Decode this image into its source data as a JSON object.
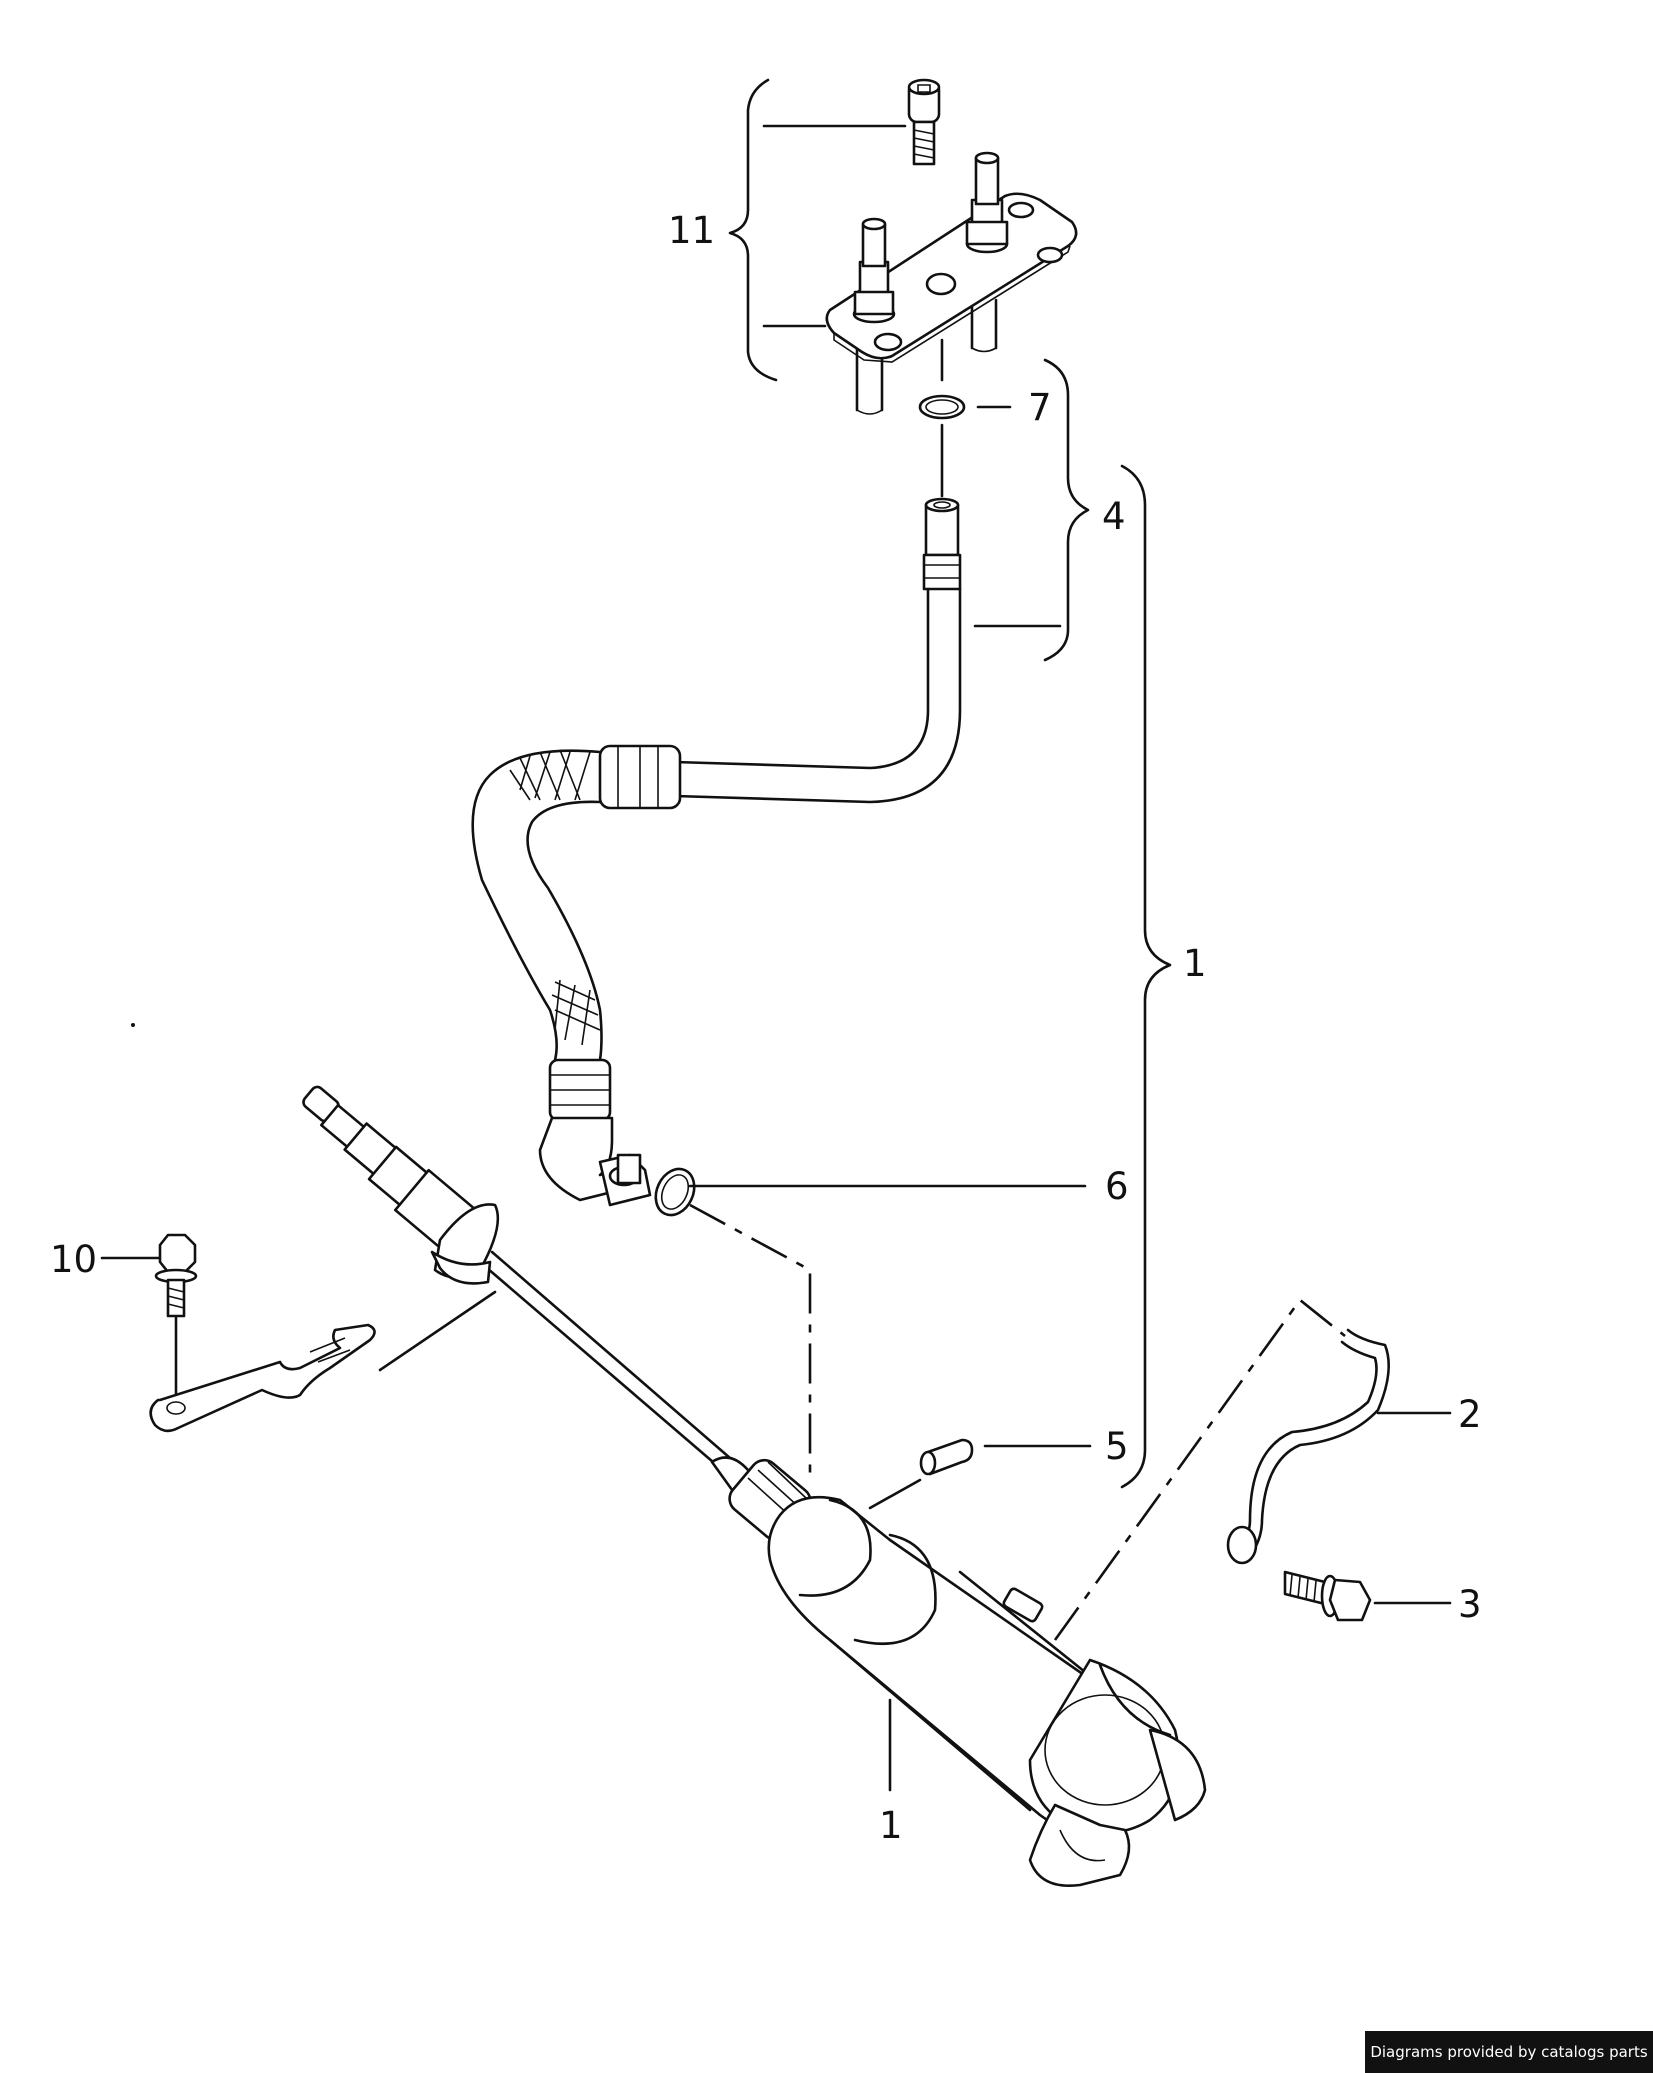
{
  "labels": {
    "l1_bracket": "1",
    "l1_bottom": "1",
    "l2": "2",
    "l3": "3",
    "l4": "4",
    "l5": "5",
    "l6": "6",
    "l7": "7",
    "l10": "10",
    "l11": "11"
  },
  "credit": "Diagrams provided by catalogs parts"
}
